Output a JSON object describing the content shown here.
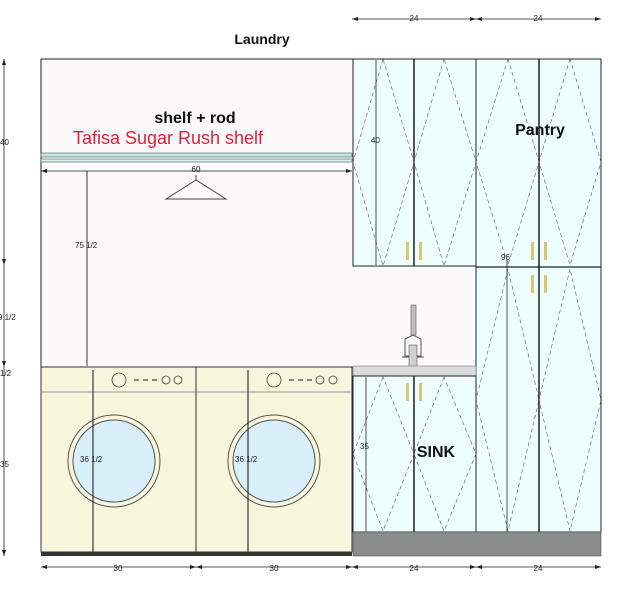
{
  "title": "Laundry",
  "labels": {
    "shelf_rod": "shelf + rod",
    "shelf_material": "Tafisa Sugar Rush shelf",
    "pantry": "Pantry",
    "sink": "SINK"
  },
  "dimensions": {
    "top_upper_left": "24",
    "top_upper_right": "24",
    "rod_width": "60",
    "upper_cab_height": "40",
    "rod_height": "75 1/2",
    "pantry_height": "96",
    "base_cab_height": "35",
    "washer1_height": "36 1/2",
    "washer2_height": "36 1/2",
    "left_top": "40",
    "left_mid": "9 1/2",
    "left_small": "1/2",
    "left_bottom": "35",
    "bottom_washer1": "30",
    "bottom_washer2": "30",
    "bottom_sink": "24",
    "bottom_pantry": "24"
  },
  "colors": {
    "wall": "#fbf9f9",
    "cabinet": "#eefdfd",
    "appliance": "#f7f6dd",
    "drum": "#d8eef8",
    "toekick": "#8a8d8c",
    "shelf_text": "#e0203a",
    "handle": "#d9c873"
  }
}
